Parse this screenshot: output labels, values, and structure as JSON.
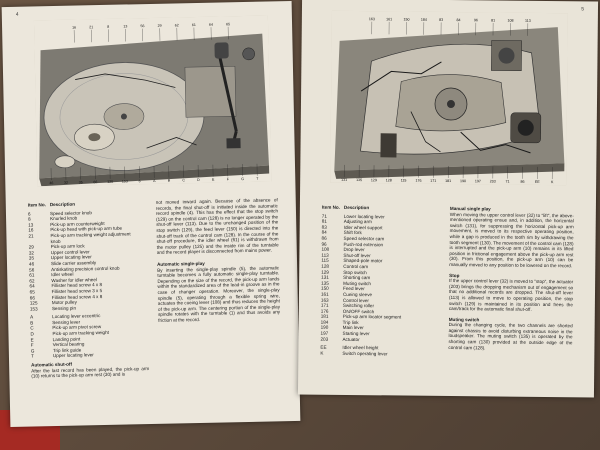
{
  "left_page": {
    "page_number": "4",
    "items_header": {
      "no": "Item No.",
      "desc": "Description"
    },
    "items": [
      {
        "no": "6",
        "desc": "Speed selector knob"
      },
      {
        "no": "8",
        "desc": "Knurled knob"
      },
      {
        "no": "13",
        "desc": "Pick-up arm counterweight"
      },
      {
        "no": "16",
        "desc": "Pick-up head with pick-up arm tube"
      },
      {
        "no": "21",
        "desc": "Pick-up arm tracking weight adjustment"
      },
      {
        "no": "",
        "desc": "knob"
      },
      {
        "no": "29",
        "desc": "Pick-up arm lock"
      },
      {
        "no": "32",
        "desc": "Upper control lever"
      },
      {
        "no": "35",
        "desc": "Upper locating lever"
      },
      {
        "no": "46",
        "desc": "Slide carrier assembly"
      },
      {
        "no": "56",
        "desc": "Antiskating precision control knob"
      },
      {
        "no": "61",
        "desc": "Idler wheel"
      },
      {
        "no": "62",
        "desc": "Washer for idler wheel"
      },
      {
        "no": "64",
        "desc": "Fillister head screw 4 x 8"
      },
      {
        "no": "65",
        "desc": "Fillister head screw 3 x 5"
      },
      {
        "no": "66",
        "desc": "Fillister head screw 4 x 8"
      },
      {
        "no": "125",
        "desc": "Motor pulley"
      },
      {
        "no": "153",
        "desc": "Sensing pin"
      }
    ],
    "letters": [
      {
        "no": "A",
        "desc": "Locating lever eccentric"
      },
      {
        "no": "B",
        "desc": "Sensing lever"
      },
      {
        "no": "C",
        "desc": "Pick-up arm pivot screw"
      },
      {
        "no": "D",
        "desc": "Pick-up arm tracking weight"
      },
      {
        "no": "E",
        "desc": "Landing point"
      },
      {
        "no": "F",
        "desc": "Vertical bearing"
      },
      {
        "no": "G",
        "desc": "Trip link guide"
      },
      {
        "no": "T",
        "desc": "Upper locating lever"
      }
    ],
    "auto_shutoff_title": "Automatic shut-off",
    "auto_shutoff_text": "After the last record has been played, the pick-up arm (10) returns to the pick-up arm rest (30) and is",
    "col2_text": "not moved inward again. Because of the absence of records, the final shut-off is initiated inside the automatic record spindle (4). This has the effect that the stop switch (129) on the control cam (128) is no longer operated by the shut-off lever (113). Due to the unchanged position of the stop switch (129), the feed lever (150) is directed into the shut-off track of the control cam (128). In the course of the shut-off procedure, the idler wheel (61) is withdrawn from the motor pulley (125) and the inside rim of the turntable and the record player is disconnected from mains power.",
    "auto_single_title": "Automatic single-play",
    "auto_single_text": "By inserting the single-play spindle (5), the automatic turntable becomes a fully automatic single-play turntable. Depending on the size of the record, the pick-up arm lands within the standardized area of the lead-in groove as in the case of changer operation. Moreover, the single-play spindle (5), operating through a flexible spring wire, actuates the cueing lever (108) and thus reduces the height of the pick-up arm. The centering portion of the single-play spindle rotates with the turntable (1) and thus avoids any friction at the record.",
    "figure_callouts": [
      "16",
      "21",
      "8",
      "13",
      "56",
      "29",
      "62",
      "61",
      "64",
      "65",
      "46",
      "32",
      "35",
      "66",
      "125",
      "153",
      "6",
      "A",
      "B",
      "C",
      "D",
      "E",
      "F",
      "G",
      "T"
    ]
  },
  "right_page": {
    "page_number": "5",
    "items_header": {
      "no": "Item No.",
      "desc": "Description"
    },
    "items": [
      {
        "no": "71",
        "desc": "Lower locating lever"
      },
      {
        "no": "81",
        "desc": "Adjusting arm"
      },
      {
        "no": "83",
        "desc": "Idler wheel support"
      },
      {
        "no": "84",
        "desc": "Shift fork"
      },
      {
        "no": "86",
        "desc": "Speed selector cam"
      },
      {
        "no": "96",
        "desc": "Push-rod extension"
      },
      {
        "no": "108",
        "desc": "Drop lever"
      },
      {
        "no": "113",
        "desc": "Shut-off lever"
      },
      {
        "no": "115",
        "desc": "Shaped-pole motor"
      },
      {
        "no": "128",
        "desc": "Control cam"
      },
      {
        "no": "129",
        "desc": "Stop switch"
      },
      {
        "no": "131",
        "desc": "Shorting cam"
      },
      {
        "no": "135",
        "desc": "Muting switch"
      },
      {
        "no": "150",
        "desc": "Feed lever"
      },
      {
        "no": "161",
        "desc": "Cueing sleeve"
      },
      {
        "no": "163",
        "desc": "Control lever"
      },
      {
        "no": "171",
        "desc": "Switching roller"
      },
      {
        "no": "176",
        "desc": "ON/OFF switch"
      },
      {
        "no": "181",
        "desc": "Pick-up arm locator segment"
      },
      {
        "no": "184",
        "desc": "Trip link"
      },
      {
        "no": "190",
        "desc": "Main lever"
      },
      {
        "no": "197",
        "desc": "Starting lever"
      },
      {
        "no": "203",
        "desc": "Actuator"
      }
    ],
    "letters": [
      {
        "no": "EE",
        "desc": "Idler wheel height"
      },
      {
        "no": "K",
        "desc": "Switch operating lever"
      }
    ],
    "manual_title": "Manual single play",
    "manual_text": "When moving the upper control lever (32) to \"lift\", the above-mentioned operating ensue and, in addition, the horizontal switch (131), for suppressing the horizontal pick-up arm movement, is moved to its respective operating position, while a gap is produced in the tooth rim by withdrawing the tooth segment (130). The movement of the control cam (128) is interrupted and the pick-up arm (10) remains in its lifted position in frictional engagement above the pick-up arm rest (30). From this position, the pick-up arm (10) can be manually moved to any position to be lowered on the record.",
    "stop_title": "Stop",
    "stop_text": "If the upper control lever (32) is moved to \"stop\", the actuator (203) brings the dropping mechanism out of engagement so that no additional records are dropped. The shut-off lever (113) is allowed to move to operating position, the stop switch (129) is maintained in its position and frees the cam/track for the automatic final shut-off.",
    "muting_title": "Muting switch",
    "muting_text": "During the changing cycle, the two channels are shorted against chassis to avoid disturbing extraneous noise in the loudspeaker. The muting switch (135) is operated by the shorting cam (130) provided at the outside edge of the control cam (128).",
    "figure_callouts": [
      "163",
      "161",
      "150",
      "184",
      "83",
      "84",
      "96",
      "81",
      "108",
      "113",
      "131",
      "135",
      "129",
      "128",
      "115",
      "176",
      "171",
      "181",
      "190",
      "197",
      "203",
      "71",
      "86",
      "EE",
      "K"
    ]
  }
}
